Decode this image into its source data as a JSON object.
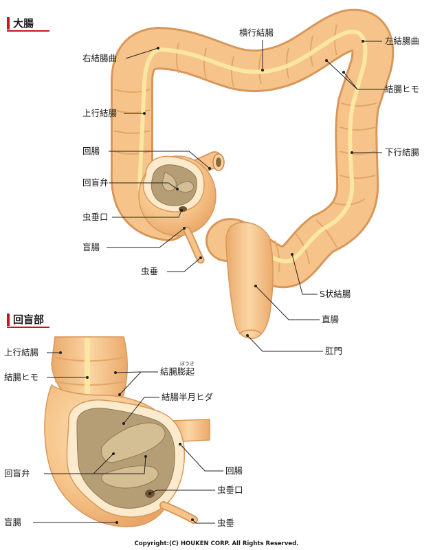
{
  "sections": {
    "colon_title": "大腸",
    "ileocecal_title": "回盲部"
  },
  "colon_labels": {
    "right_flexure": "右結腸曲",
    "transverse": "横行結腸",
    "left_flexure": "左結腸曲",
    "taenia": "結腸ヒモ",
    "ascending": "上行結腸",
    "descending": "下行結腸",
    "ileum": "回腸",
    "ileocecal_valve": "回盲弁",
    "appendix_orifice": "虫垂口",
    "cecum": "盲腸",
    "appendix": "虫垂",
    "sigmoid": "S状結腸",
    "rectum": "直腸",
    "anus": "肛門"
  },
  "ileocecal_labels": {
    "ascending": "上行結腸",
    "taenia": "結腸ヒモ",
    "haustra": "結腸膨起",
    "haustra_ruby": "ぼうき",
    "semilunar": "結腸半月ヒダ",
    "valve": "回盲弁",
    "ileum": "回腸",
    "orifice": "虫垂口",
    "cecum": "盲腸",
    "appendix": "虫垂"
  },
  "copyright": "Copyright:(C) HOUKEN CORP. All Rights Reserved.",
  "colors": {
    "accent": "#c8141e",
    "colon_fill": "#f6c48a",
    "colon_stroke": "#d8975a",
    "taenia": "#fbe6a2",
    "interior": "#b59e75"
  }
}
